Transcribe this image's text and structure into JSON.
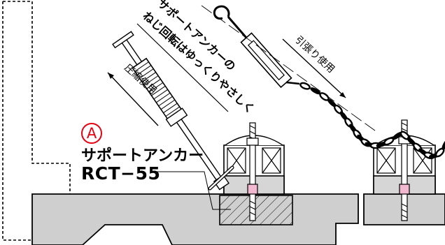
{
  "labels": {
    "compression": "圧縮使用",
    "tension": "引張り使用",
    "instruction_line1": "サポートアンカーの",
    "instruction_line2": "ねじ回転はゆっくりやさしく",
    "callout_mark": "A",
    "product_name": "サポートアンカー",
    "product_model": "RCT−55"
  },
  "colors": {
    "line": "#000000",
    "concrete": "#cfcfcf",
    "callout": "#e60012",
    "nut_pink": "#f2b8cf",
    "block_grey": "#d6d6d6",
    "background": "#ffffff"
  }
}
